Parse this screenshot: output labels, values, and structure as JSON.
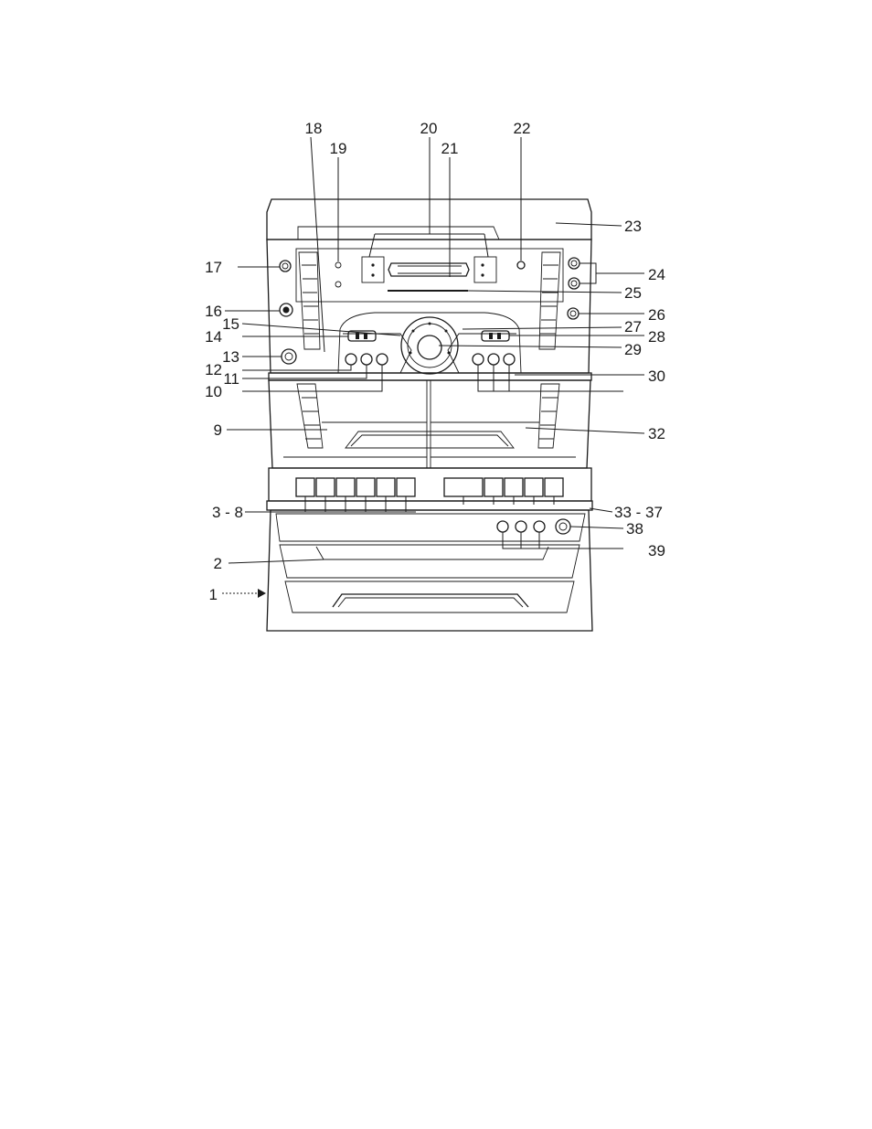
{
  "diagram": {
    "labels": {
      "l1": "1",
      "l2": "2",
      "l3_8": "3 - 8",
      "l9": "9",
      "l10": "10",
      "l11": "11",
      "l12": "12",
      "l13": "13",
      "l14": "14",
      "l15": "15",
      "l16": "16",
      "l17": "17",
      "l18": "18",
      "l19": "19",
      "l20": "20",
      "l21": "21",
      "l22": "22",
      "l23": "23",
      "l24": "24",
      "l25": "25",
      "l26": "26",
      "l27": "27",
      "l28": "28",
      "l29": "29",
      "l30": "30",
      "l32": "32",
      "l33_37": "33 - 37",
      "l38": "38",
      "l39": "39"
    }
  }
}
